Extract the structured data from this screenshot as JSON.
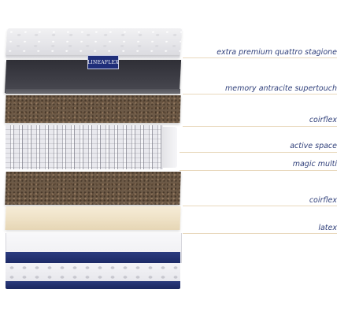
{
  "brand": {
    "logo_text": "LINEAFLEX"
  },
  "layers": [
    {
      "key": "cover",
      "label": "extra premium quattro stagione"
    },
    {
      "key": "memory",
      "label": "memory antracite supertouch"
    },
    {
      "key": "coir-top",
      "label": "coirflex"
    },
    {
      "key": "springs",
      "label": "active space"
    },
    {
      "key": "magic",
      "label": "magic multi"
    },
    {
      "key": "coir-bottom",
      "label": "coirflex"
    },
    {
      "key": "latex",
      "label": "latex"
    }
  ]
}
